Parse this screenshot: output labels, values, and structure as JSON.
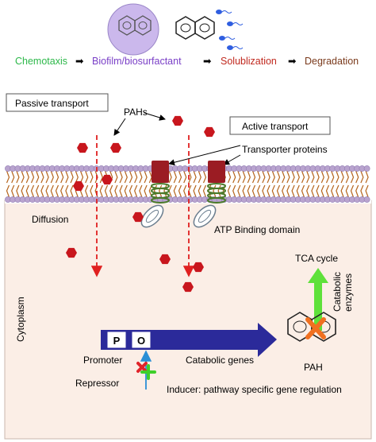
{
  "pathway": {
    "steps": [
      {
        "label": "Chemotaxis",
        "color": "#2db84a"
      },
      {
        "label": "Biofilm/biosurfactant",
        "color": "#7a3fc7"
      },
      {
        "label": "Solublization",
        "color": "#c0281e"
      },
      {
        "label": "Degradation",
        "color": "#7a3a1c"
      }
    ]
  },
  "labels": {
    "passive_transport": "Passive transport",
    "active_transport": "Active transport",
    "pahs": "PAHs",
    "transporter_proteins": "Transporter proteins",
    "diffusion": "Diffusion",
    "atp_binding_domain": "ATP Binding domain",
    "cytoplasm": "Cytoplasm",
    "tca_cycle": "TCA cycle",
    "catabolic_enzymes_line1": "Catabolic",
    "catabolic_enzymes_line2": "enzymes",
    "promoter_box": "P",
    "operator_box": "O",
    "promoter": "Promoter",
    "catabolic_genes": "Catabolic genes",
    "pah": "PAH",
    "repressor": "Repressor",
    "inducer": "Inducer: pathway specific gene regulation"
  },
  "colors": {
    "cytoplasm_fill": "#fbeee6",
    "pah_hexagon": "#c8161d",
    "diffusion_arrow": "#e02020",
    "transporter": "#9b1c23",
    "coil": "#4b7a2a",
    "membrane_head": "#b9a4cf",
    "tail": "#b5651d",
    "gene_arrow": "#2b2a9a",
    "tca_arrow": "#5ee13a",
    "inhibition_x": "#f07020",
    "naphthalene_bg": "#cbb8ec"
  }
}
